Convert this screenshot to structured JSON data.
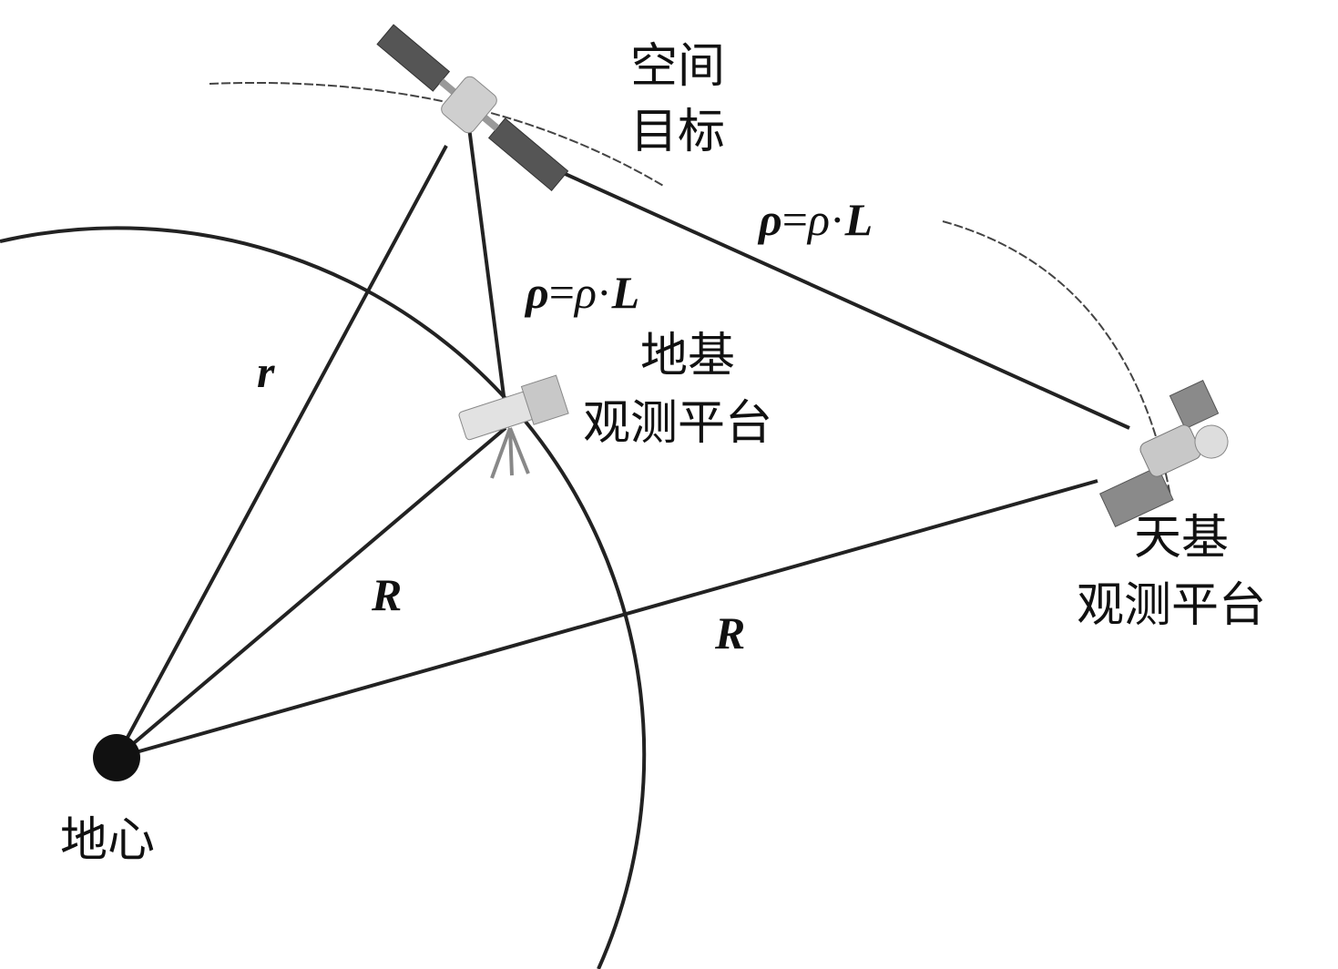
{
  "labels": {
    "space_target": [
      "空间",
      "目标"
    ],
    "ground_platform": [
      "地基",
      "观测平台"
    ],
    "space_platform": [
      "天基",
      "观测平台"
    ],
    "earth_center": "地心",
    "r": "r",
    "R": "R",
    "rho_vec": "ρ",
    "eq": "=",
    "rho_scalar": "ρ",
    "dot": "·",
    "L": "L"
  },
  "colors": {
    "line": "#222222",
    "satellite": "#9a9a9a"
  }
}
